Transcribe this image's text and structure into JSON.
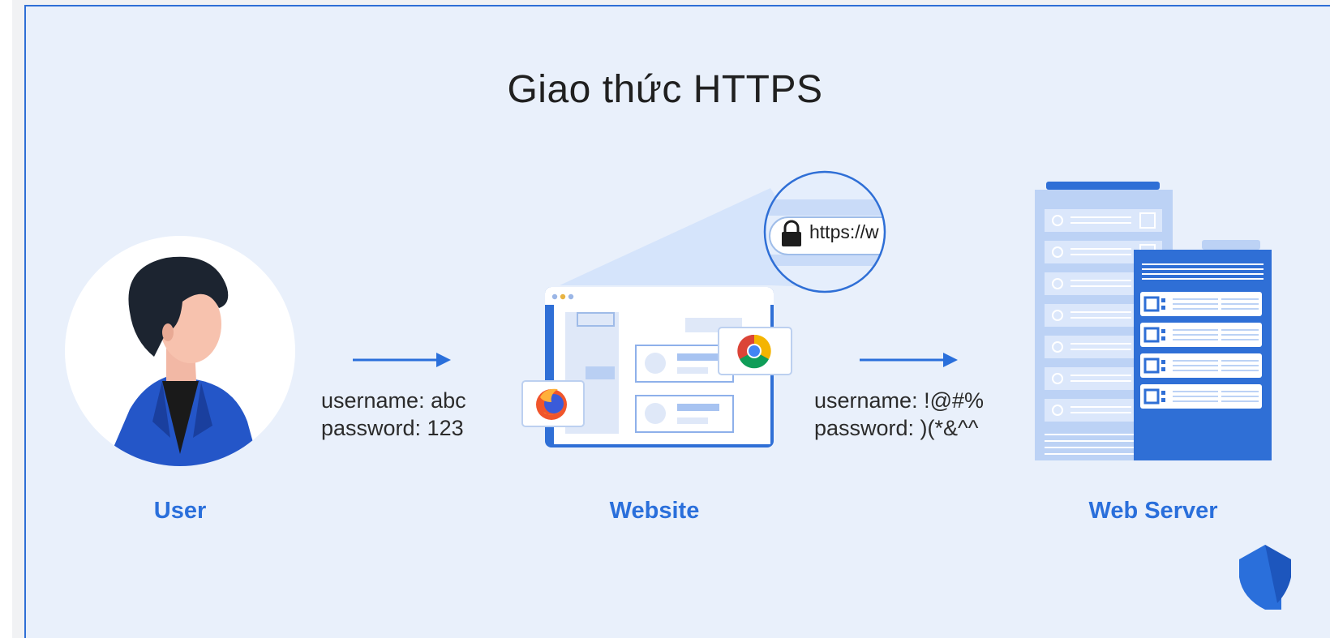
{
  "diagram": {
    "title": "Giao thức HTTPS",
    "url_text": "https://w",
    "user_creds": [
      "username: abc",
      "password: 123"
    ],
    "server_creds": [
      "username: !@#%",
      "password: )(*&^^"
    ],
    "labels": {
      "user": "User",
      "website": "Website",
      "server": "Web Server"
    },
    "icons": [
      "user-avatar-icon",
      "lock-icon",
      "firefox-icon",
      "chrome-icon",
      "server-rack-icon",
      "shield-icon"
    ],
    "colors": {
      "accent": "#2a6fdb",
      "background": "#e9f0fb",
      "light_blue": "#bcd2f5",
      "mid_blue": "#6f9ff0"
    }
  }
}
